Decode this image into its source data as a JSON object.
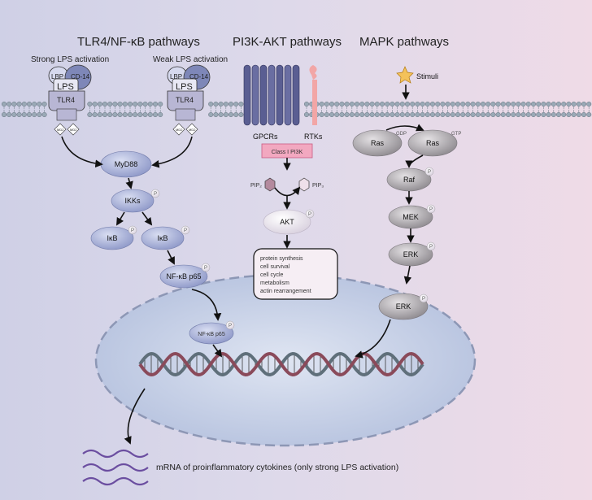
{
  "titles": {
    "tlr4": "TLR4/NF-κB pathways",
    "pi3k": "PI3K-AKT pathways",
    "mapk": "MAPK pathways"
  },
  "activation": {
    "strong": "Strong LPS activation",
    "weak": "Weak LPS activation"
  },
  "receptor": {
    "lbp": "LBP",
    "cd14": "CD-14",
    "lps": "LPS",
    "tlr4": "TLR4",
    "md2": "MD2"
  },
  "tlr4_path": {
    "myd88": "MyD88",
    "ikks": "IKKs",
    "ikb": "IκB",
    "nfkb": "NF-κB p65",
    "p": "P"
  },
  "pi3k_path": {
    "gpcrs": "GPCRs",
    "rtks": "RTKs",
    "class1": "Class I PI3K",
    "pip2": "PIP₂",
    "pip3": "PIP₃",
    "akt": "AKT",
    "outcomes": [
      "protein synthesis",
      "cell survival",
      "cell cycle",
      "metabolism",
      "actin rearrangement"
    ]
  },
  "mapk_path": {
    "stimuli": "Stimuli",
    "ras": "Ras",
    "gdp": "GDP",
    "gtp": "GTP",
    "raf": "Raf",
    "mek": "MEK",
    "erk": "ERK"
  },
  "mrna": "mRNA of  proinflammatory cytokines (only strong LPS activation)",
  "colors": {
    "background_left": "#cfd0e6",
    "background_right": "#efdbe7",
    "membrane_head": "#8fa0b0",
    "node_blue": "#a7b0d6",
    "node_gray": "#a9a6aa",
    "pi3k_box": "#f2a8c0",
    "nucleus": "#c6d0e6",
    "dna_strand_a": "#8a4a5a",
    "dna_strand_b": "#5f6f7a"
  }
}
